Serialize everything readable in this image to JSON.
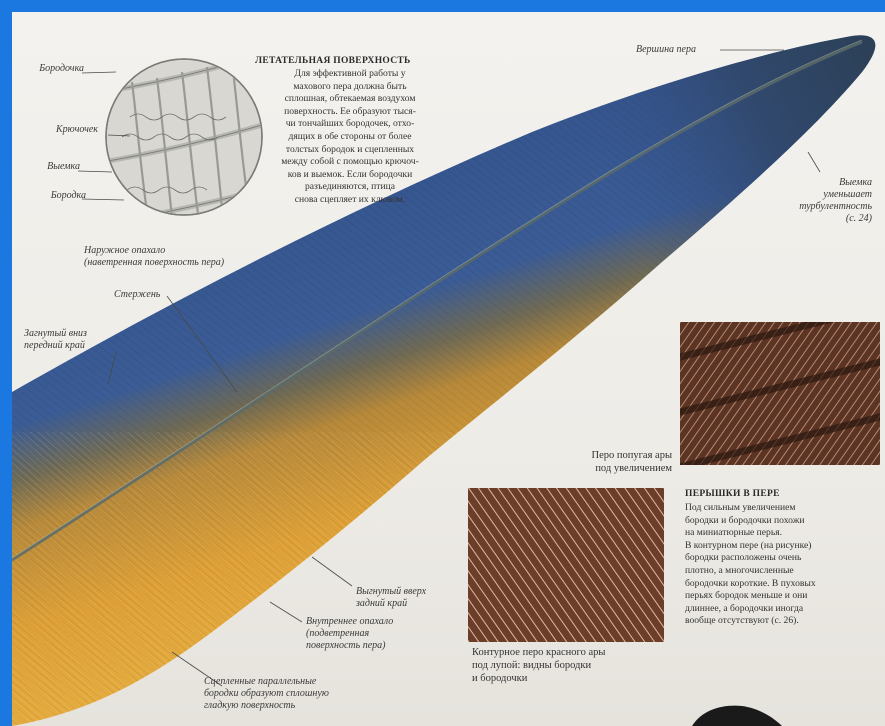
{
  "inset": {
    "labels": {
      "barbule": "Бородочка",
      "hook": "Крючочек",
      "notch": "Выемка",
      "barb": "Бородка"
    },
    "title": "ЛЕТАТЕЛЬНАЯ ПОВЕРХНОСТЬ",
    "text": [
      "Для эффективной работы у",
      "махового пера должна быть",
      "сплошная, обтекаемая воздухом",
      "поверхность. Ее образуют тыся-",
      "чи тончайших бородочек, отхо-",
      "дящих в обе стороны от более",
      "толстых бородок и сцепленных",
      "между собой с помощью крючоч-",
      "ков и выемок. Если бородочки",
      "разъединяются, птица",
      "снова сцепляет их клювом."
    ]
  },
  "feather_labels": {
    "tip": "Вершина пера",
    "notch_turbulence": [
      "Выемка",
      "уменьшает",
      "турбулентность",
      "(с. 24)"
    ],
    "outer_vane": [
      "Наружное опахало",
      "(наветренная поверхность пера)"
    ],
    "shaft": "Стержень",
    "leading_edge": [
      "Загнутый вниз",
      "передний край"
    ],
    "trailing_edge": [
      "Выгнутый вверх",
      "задний край"
    ],
    "inner_vane": [
      "Внутреннее опахало",
      "(подветренная",
      "поверхность пера)"
    ],
    "interlocked_barbs": [
      "Сцепленные параллельные",
      "бородки образуют сплошную",
      "гладкую поверхность"
    ]
  },
  "parrot_caption": [
    "Перо попугая ары",
    "под увеличением"
  ],
  "macaw_caption": [
    "Контурное перо красного ары",
    "под лупой: видны бородки",
    "и бородочки"
  ],
  "feathers_section": {
    "title": "ПЕРЫШКИ В ПЕРЕ",
    "text": [
      "Под сильным увеличением",
      "бородки и бородочки похожи",
      "на миниатюрные перья.",
      "В контурном пере (на рисунке)",
      "бородки расположены очень",
      "плотно, а многочисленные",
      "бородочки короткие. В пуховых",
      "перьях бородок меньше и они",
      "длиннее, а бородочки иногда",
      "вообще отсутствуют (с. 26)."
    ]
  },
  "colors": {
    "frame": "#1a78e0",
    "feather_blue": "#37558f",
    "feather_gold": "#e3a43a"
  }
}
